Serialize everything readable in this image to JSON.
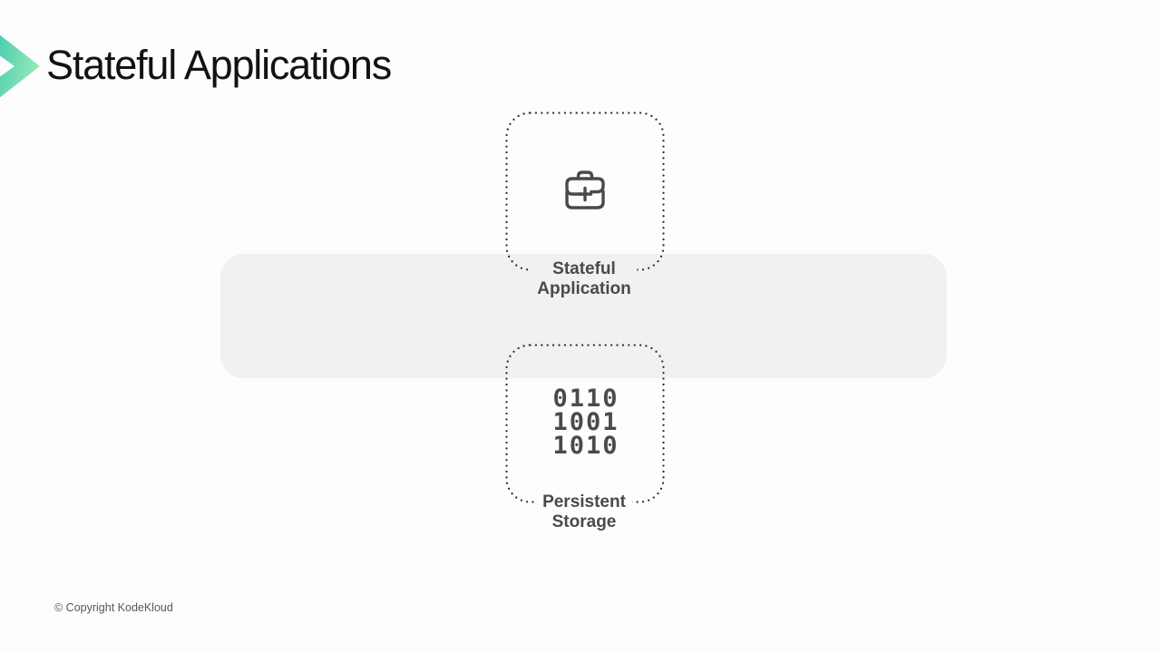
{
  "slide": {
    "title": "Stateful Applications",
    "copyright": "© Copyright KodeKloud"
  },
  "diagram": {
    "app_box": {
      "icon": "briefcase-icon",
      "label_line1": "Stateful",
      "label_line2": "Application"
    },
    "storage_box": {
      "icon": "binary-code-icon",
      "binary_lines": [
        "0110",
        "1001",
        "1010"
      ],
      "label_line1": "Persistent",
      "label_line2": "Storage"
    }
  },
  "colors": {
    "page-bg": "#fdfdfd",
    "band-bg": "#f1f1f1",
    "text-dark": "#4a4a4a",
    "dot-color": "#2d2d2d",
    "title-color": "#121212",
    "copyright-color": "#585858",
    "accent-teal": "#2fc0ad",
    "accent-green": "#92e9b6"
  }
}
